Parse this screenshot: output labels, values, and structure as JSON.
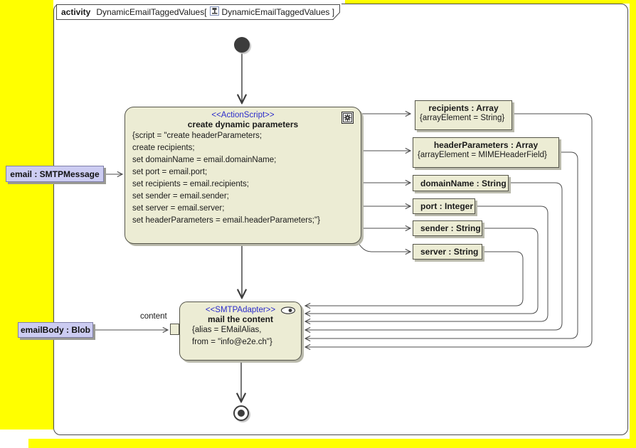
{
  "frame": {
    "keyword": "activity",
    "name": "DynamicEmailTaggedValues[",
    "diagram": "DynamicEmailTaggedValues ]"
  },
  "create_action": {
    "stereotype": "<<ActionScript>>",
    "title": "create dynamic parameters",
    "script_lines": [
      "{script = \"create headerParameters;",
      "create recipients;",
      "set domainName = email.domainName;",
      "set port = email.port;",
      "set recipients = email.recipients;",
      "set sender = email.sender;",
      "set server = email.server;",
      "set headerParameters = email.headerParameters;\"}"
    ]
  },
  "mail_action": {
    "stereotype": "<<SMTPAdapter>>",
    "title": "mail the content",
    "tag_line1": "{alias = EMailAlias,",
    "tag_line2": "from = \"info@e2e.ch\"}"
  },
  "object_nodes": [
    {
      "title": "recipients : Array",
      "tag": "{arrayElement = String}"
    },
    {
      "title": "headerParameters : Array",
      "tag": "{arrayElement = MIMEHeaderField}"
    },
    {
      "title": "domainName : String"
    },
    {
      "title": "port : Integer"
    },
    {
      "title": "sender : String"
    },
    {
      "title": "server : String"
    }
  ],
  "pins": {
    "email": "email : SMTPMessage",
    "email_body": "emailBody : Blob",
    "content_label": "content"
  },
  "colors": {
    "background": "#ffff00",
    "node_fill": "#ececd4",
    "node_border": "#55554a",
    "pin_fill": "#ccccf2",
    "stereotype_text": "#2b2bcb",
    "line": "#4d4d4d"
  }
}
